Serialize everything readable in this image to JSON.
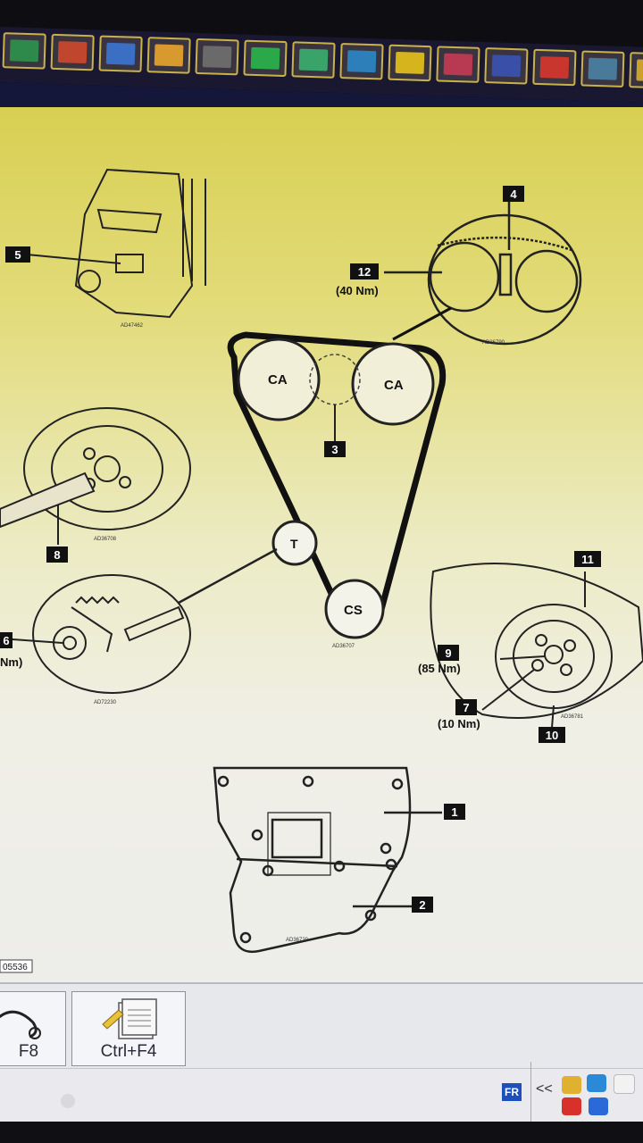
{
  "toolbar": {
    "icons": [
      "app-icon-1",
      "app-icon-2",
      "app-icon-3",
      "app-icon-4",
      "app-icon-5",
      "app-icon-6",
      "app-icon-7",
      "app-icon-8",
      "app-icon-9",
      "app-icon-10",
      "app-icon-11",
      "app-icon-12",
      "app-icon-13",
      "app-icon-14"
    ],
    "tile_colors": [
      "#2e8a4a",
      "#c0462e",
      "#3a6fc4",
      "#d89a2e",
      "#6a6a6a",
      "#2aa84a",
      "#3aa36a",
      "#2c7fb8",
      "#d6b41e",
      "#b83a52",
      "#3a4fa8",
      "#c8362e",
      "#4a7a9a",
      "#c9a22e"
    ]
  },
  "diagram": {
    "labels": {
      "l1": "1",
      "l2": "2",
      "l3": "3",
      "l4": "4",
      "l5": "5",
      "l6": "6",
      "l7": "7",
      "l8": "8",
      "l9": "9",
      "l10": "10",
      "l11": "11",
      "l12": "12"
    },
    "torques": {
      "t12": "(40 Nm)",
      "t6": "Nm)",
      "t9": "(85 Nm)",
      "t7": "(10 Nm)"
    },
    "pulleys": {
      "ca_left": "CA",
      "ca_right": "CA",
      "tensioner": "T",
      "crank": "CS"
    },
    "ref_code": "05536"
  },
  "fkeys": [
    {
      "label": "F8",
      "icon": "timing-belt-icon"
    },
    {
      "label": "Ctrl+F4",
      "icon": "document-edit-icon"
    }
  ],
  "taskbar": {
    "language": "FR",
    "chevron": "<<"
  },
  "colors": {
    "accent_blue": "#1f4fbf",
    "label_box": "#111111"
  }
}
